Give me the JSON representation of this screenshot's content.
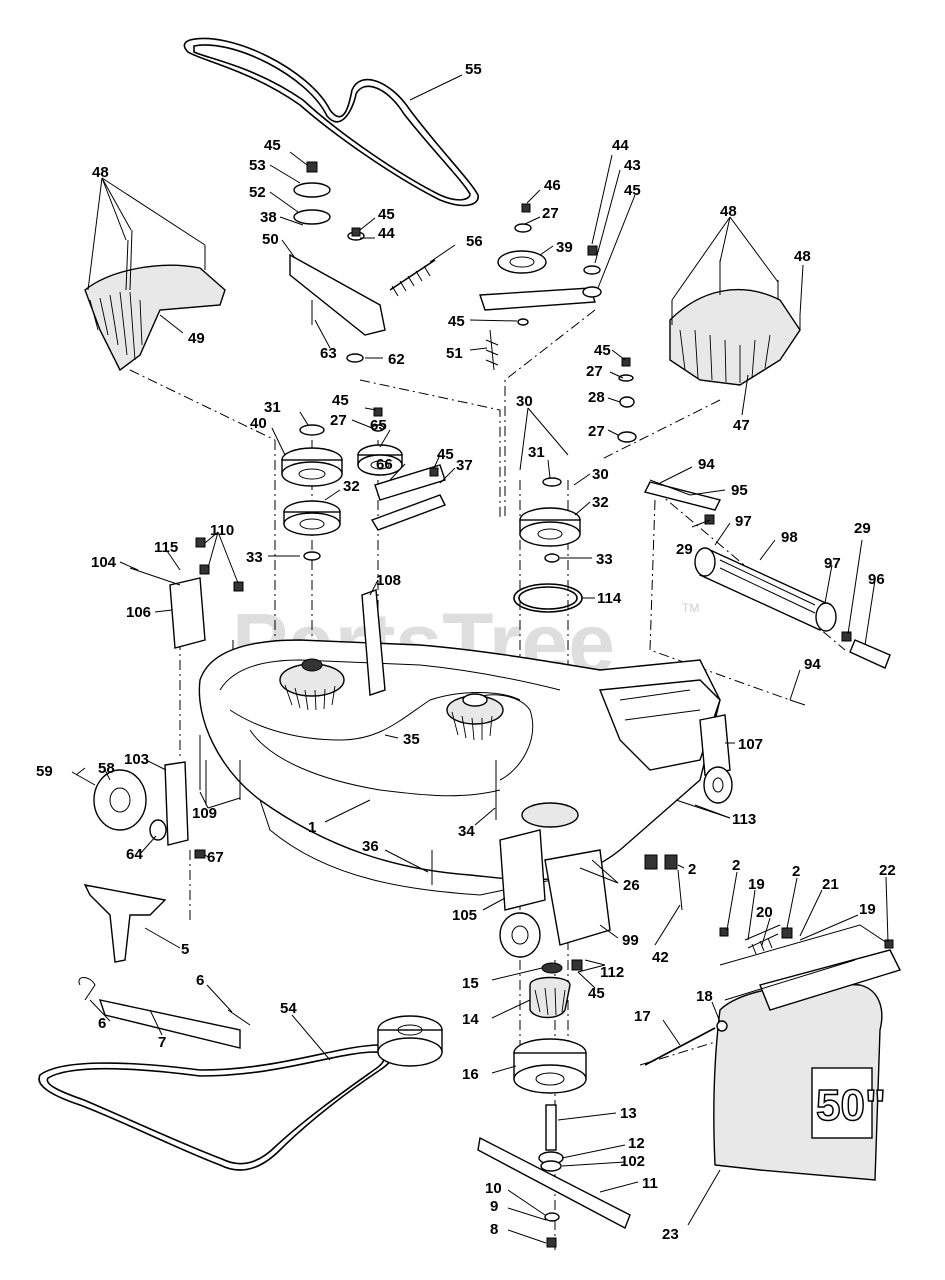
{
  "watermark": {
    "text": "PartsTree",
    "trademark": "TM"
  },
  "hood_badge": "50\"",
  "callouts": [
    "55",
    "45",
    "53",
    "52",
    "38",
    "50",
    "45",
    "44",
    "56",
    "63",
    "62",
    "46",
    "27",
    "39",
    "45",
    "44",
    "43",
    "45",
    "51",
    "48",
    "49",
    "48",
    "48",
    "47",
    "45",
    "27",
    "28",
    "27",
    "30",
    "31",
    "30",
    "32",
    "33",
    "114",
    "31",
    "40",
    "45",
    "27",
    "65",
    "66",
    "45",
    "37",
    "32",
    "33",
    "94",
    "95",
    "29",
    "97",
    "98",
    "97",
    "29",
    "96",
    "94",
    "107",
    "110",
    "104",
    "115",
    "106",
    "108",
    "35",
    "59",
    "58",
    "103",
    "109",
    "1",
    "64",
    "67",
    "34",
    "36",
    "113",
    "2",
    "26",
    "42",
    "105",
    "99",
    "112",
    "45",
    "15",
    "14",
    "16",
    "13",
    "12",
    "102",
    "11",
    "10",
    "9",
    "8",
    "5",
    "6",
    "6",
    "7",
    "54",
    "2",
    "19",
    "2",
    "21",
    "22",
    "20",
    "19",
    "18",
    "17",
    "23"
  ]
}
